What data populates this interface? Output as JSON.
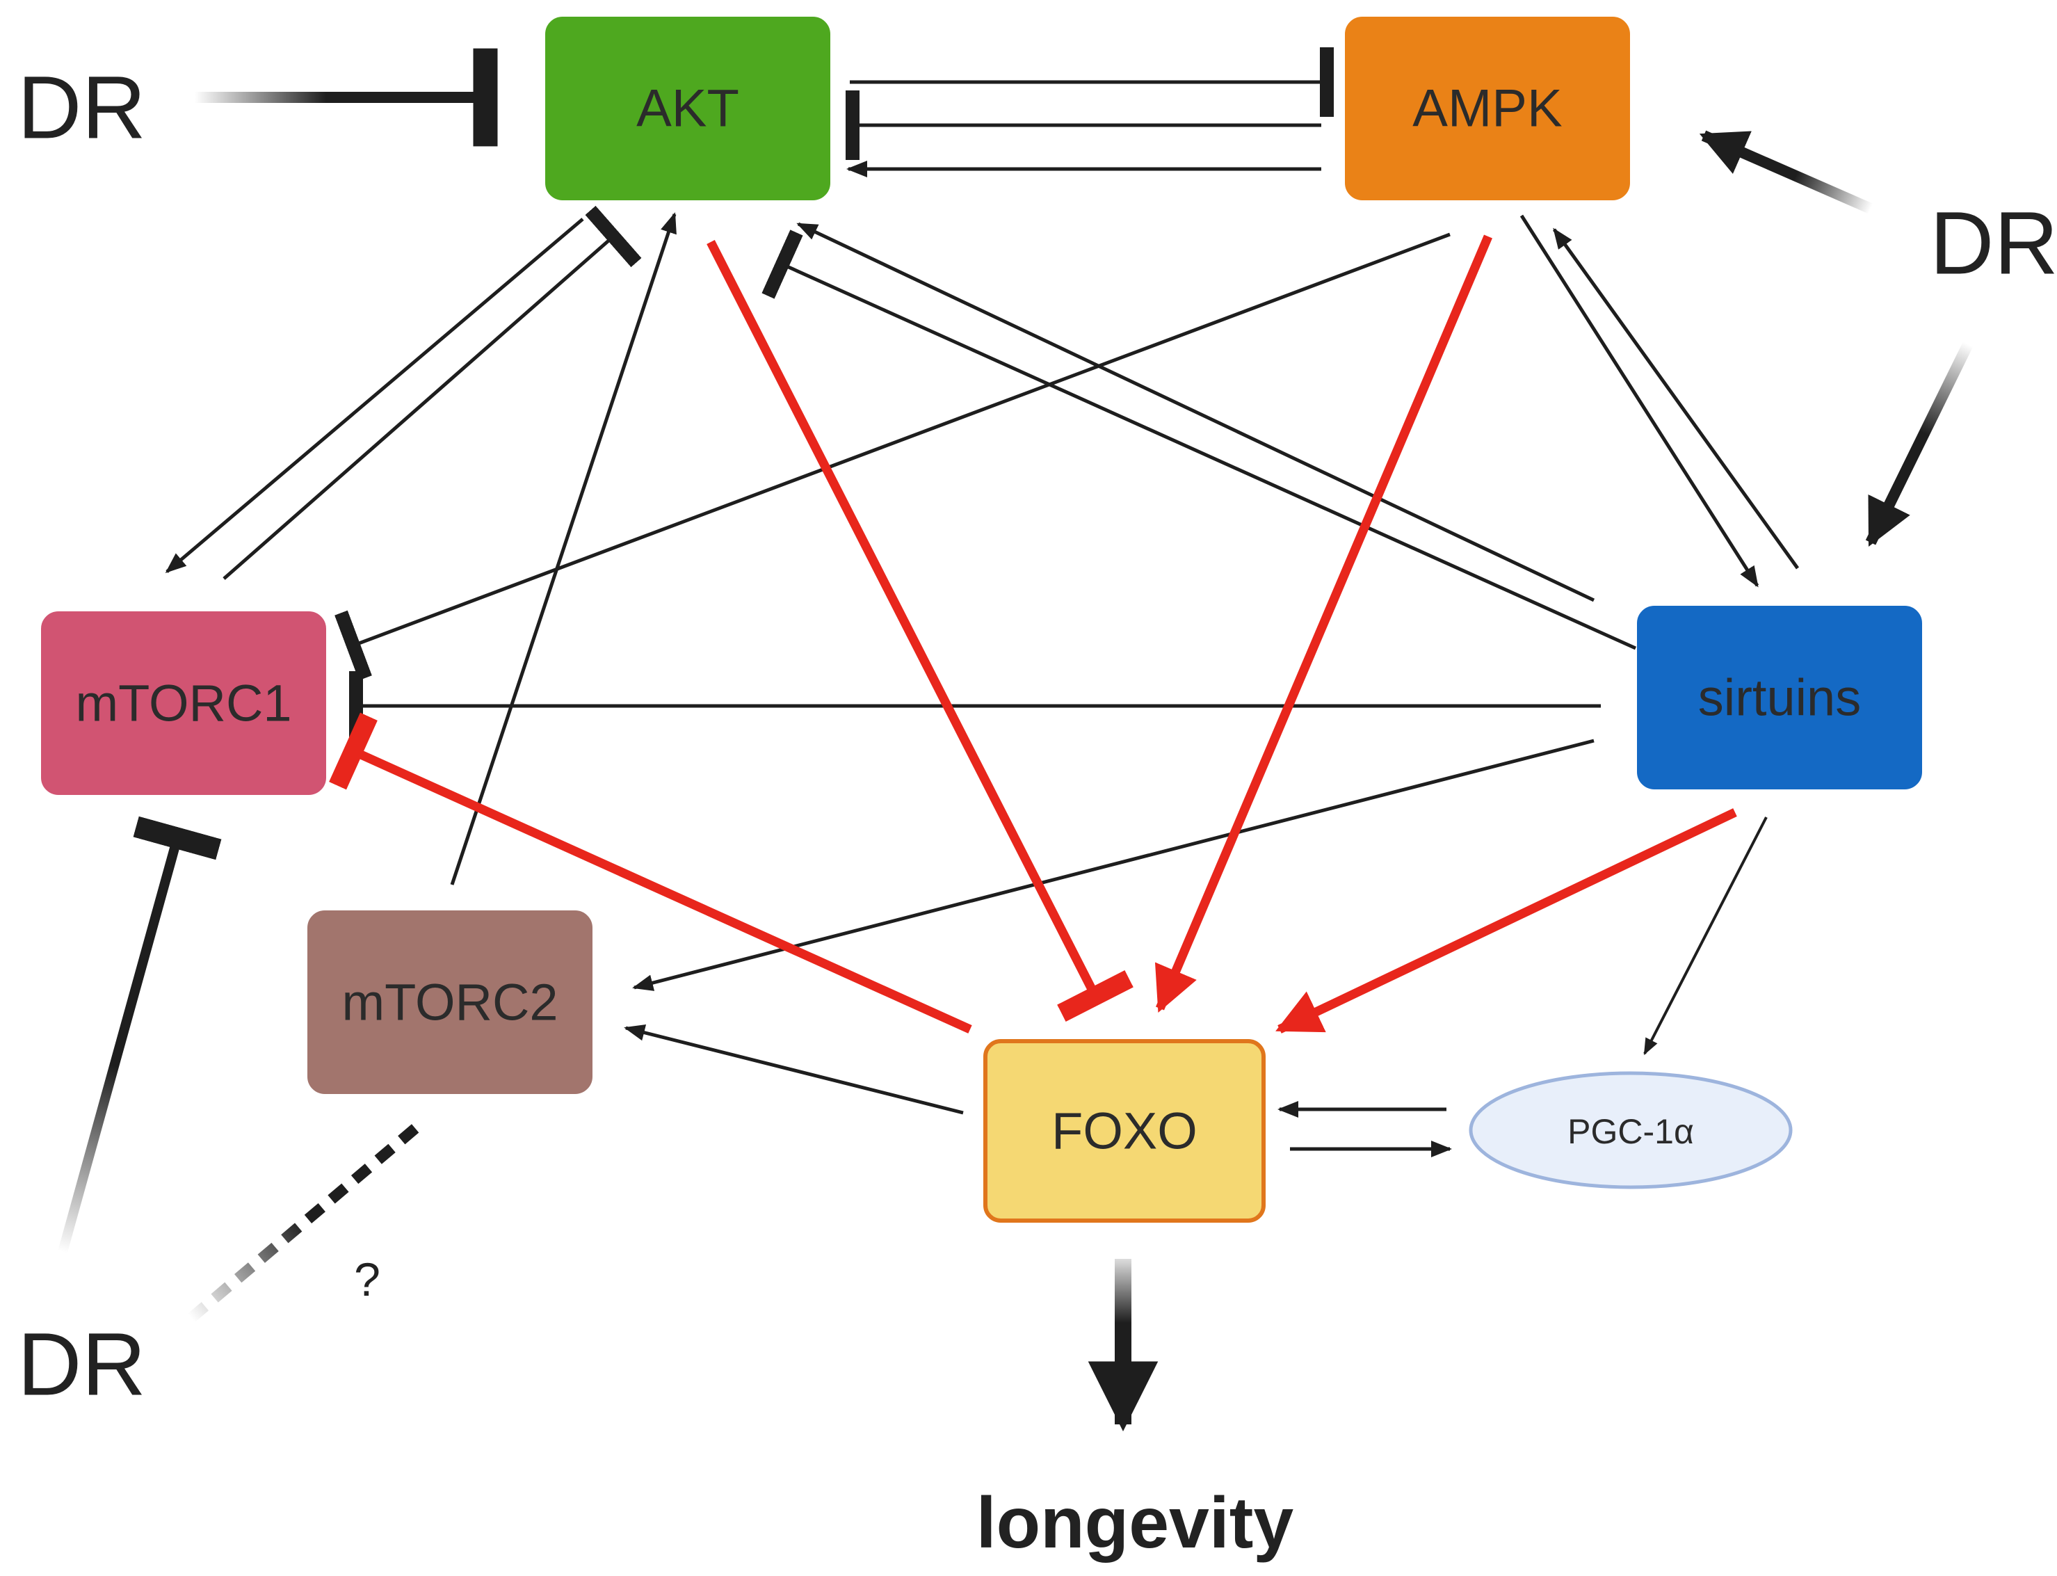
{
  "nodes": {
    "akt": {
      "label": "AKT",
      "fill": "#4ea81f",
      "stroke": "#4ea81f"
    },
    "ampk": {
      "label": "AMPK",
      "fill": "#ea8217",
      "stroke": "#ea8217"
    },
    "mtorc1": {
      "label": "mTORC1",
      "fill": "#d15472",
      "stroke": "#d15472"
    },
    "mtorc2": {
      "label": "mTORC2",
      "fill": "#a2756d",
      "stroke": "#a2756d"
    },
    "sirtuins": {
      "label": "sirtuins",
      "fill": "#1469c4",
      "stroke": "#1469c4"
    },
    "foxo": {
      "label": "FOXO",
      "fill": "#f5d873",
      "stroke": "#e0761c"
    },
    "pgc1a": {
      "label": "PGC-1α",
      "fill": "#e8effa",
      "stroke": "#9db4dd"
    }
  },
  "dr_labels": {
    "top_left": "DR",
    "right": "DR",
    "bottom_left": "DR"
  },
  "uncertain_mark": "?",
  "outcome": "longevity",
  "colors": {
    "black_edge": "#1e1e1e",
    "red_edge": "#e8261c"
  },
  "edges": [
    {
      "from": "DR",
      "to": "AKT",
      "type": "inhibition",
      "color": "black",
      "style": "gradient-heavy"
    },
    {
      "from": "AKT",
      "to": "AMPK",
      "type": "inhibition",
      "color": "black"
    },
    {
      "from": "AMPK",
      "to": "AKT",
      "type": "inhibition",
      "color": "black"
    },
    {
      "from": "AMPK",
      "to": "AKT",
      "type": "activation",
      "color": "black"
    },
    {
      "from": "DR",
      "to": "AMPK",
      "type": "activation",
      "color": "black",
      "style": "gradient-heavy"
    },
    {
      "from": "DR",
      "to": "sirtuins",
      "type": "activation",
      "color": "black",
      "style": "gradient-heavy"
    },
    {
      "from": "AKT",
      "to": "mTORC1",
      "type": "activation",
      "color": "black"
    },
    {
      "from": "mTORC1",
      "to": "AKT",
      "type": "inhibition",
      "color": "black"
    },
    {
      "from": "mTORC2",
      "to": "AKT",
      "type": "activation",
      "color": "black"
    },
    {
      "from": "AKT",
      "to": "FOXO",
      "type": "inhibition",
      "color": "red"
    },
    {
      "from": "sirtuins",
      "to": "AKT",
      "type": "activation",
      "color": "black"
    },
    {
      "from": "sirtuins",
      "to": "AKT",
      "type": "inhibition",
      "color": "black"
    },
    {
      "from": "AMPK",
      "to": "mTORC1",
      "type": "inhibition",
      "color": "black"
    },
    {
      "from": "AMPK",
      "to": "FOXO",
      "type": "activation",
      "color": "red"
    },
    {
      "from": "AMPK",
      "to": "sirtuins",
      "type": "activation",
      "color": "black"
    },
    {
      "from": "sirtuins",
      "to": "AMPK",
      "type": "activation",
      "color": "black"
    },
    {
      "from": "sirtuins",
      "to": "mTORC1",
      "type": "inhibition",
      "color": "black"
    },
    {
      "from": "sirtuins",
      "to": "mTORC2",
      "type": "activation",
      "color": "black"
    },
    {
      "from": "sirtuins",
      "to": "FOXO",
      "type": "activation",
      "color": "red"
    },
    {
      "from": "sirtuins",
      "to": "PGC-1α",
      "type": "activation",
      "color": "black"
    },
    {
      "from": "FOXO",
      "to": "mTORC1",
      "type": "inhibition",
      "color": "red"
    },
    {
      "from": "FOXO",
      "to": "mTORC2",
      "type": "activation",
      "color": "black"
    },
    {
      "from": "PGC-1α",
      "to": "FOXO",
      "type": "activation",
      "color": "black"
    },
    {
      "from": "FOXO",
      "to": "PGC-1α",
      "type": "activation",
      "color": "black"
    },
    {
      "from": "DR",
      "to": "mTORC1",
      "type": "inhibition",
      "color": "black",
      "style": "gradient-heavy"
    },
    {
      "from": "DR",
      "to": "mTORC2",
      "type": "uncertain",
      "color": "black",
      "style": "dashed-gradient"
    },
    {
      "from": "FOXO",
      "to": "longevity",
      "type": "activation",
      "color": "black",
      "style": "gradient-heavy"
    }
  ]
}
